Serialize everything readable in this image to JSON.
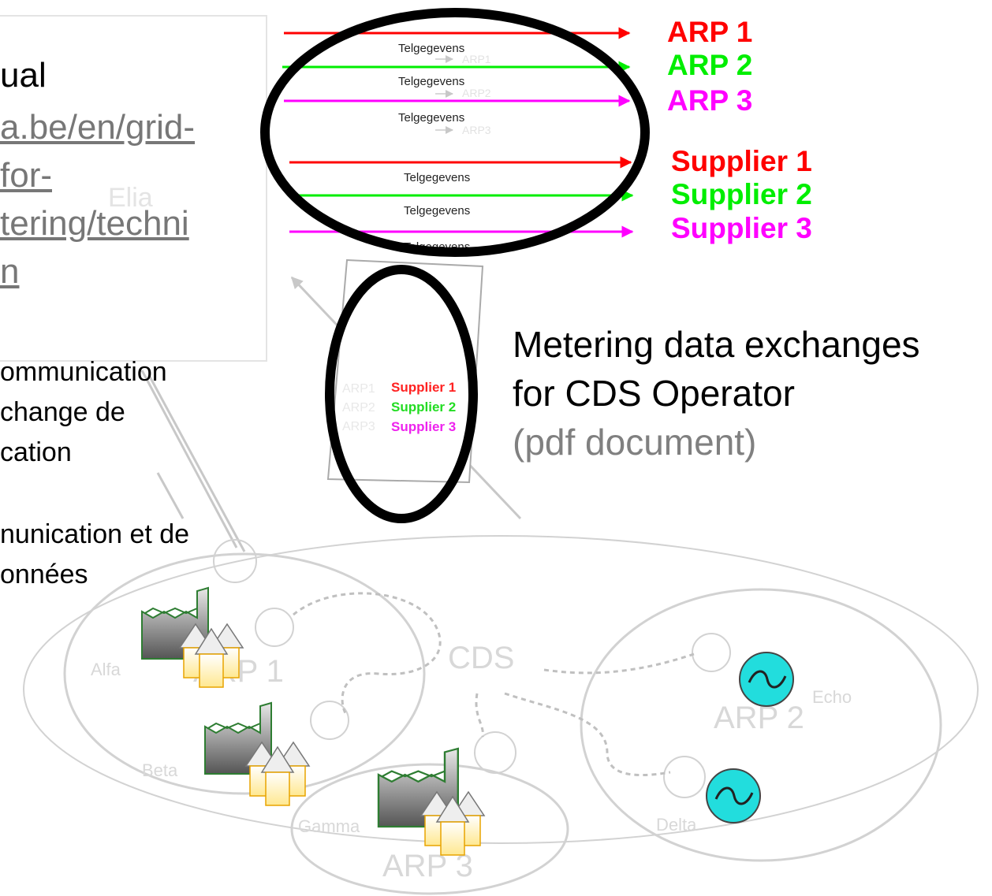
{
  "left_panel": {
    "line1": "ual",
    "link_lines": [
      "a.be/en/grid-",
      "for-",
      "tering/techni",
      "n"
    ],
    "faint_label": "Elia",
    "comm_lines": [
      "ommunication",
      "change de",
      "cation"
    ],
    "comm2_lines": [
      "nunication et de",
      "onnées"
    ]
  },
  "flows": {
    "arrow_label": "Telgegevens",
    "faint_targets": [
      "ARP1",
      "ARP2",
      "ARP3"
    ],
    "arp_labels": [
      "ARP 1",
      "ARP 2",
      "ARP 3"
    ],
    "supplier_labels": [
      "Supplier 1",
      "Supplier 2",
      "Supplier 3"
    ]
  },
  "doc_thumb": {
    "faint_labels": [
      "ARP1",
      "ARP2",
      "ARP3"
    ],
    "supplier_labels": [
      "Supplier 1",
      "Supplier 2",
      "Supplier 3"
    ]
  },
  "caption": {
    "line1": "Metering data exchanges",
    "line2": "for CDS Operator",
    "line3": "(pdf document)"
  },
  "network": {
    "cds_label": "CDS",
    "arp1": "ARP 1",
    "arp2": "ARP 2",
    "arp3": "ARP 3",
    "node_alfa": "Alfa",
    "node_beta": "Beta",
    "node_gamma": "Gamma",
    "node_delta": "Delta",
    "node_echo": "Echo"
  },
  "colors": {
    "red": "#ff0000",
    "green": "#00ee00",
    "magenta": "#ff00ff",
    "generator": "#22dddd",
    "house": "#fff0a0"
  }
}
